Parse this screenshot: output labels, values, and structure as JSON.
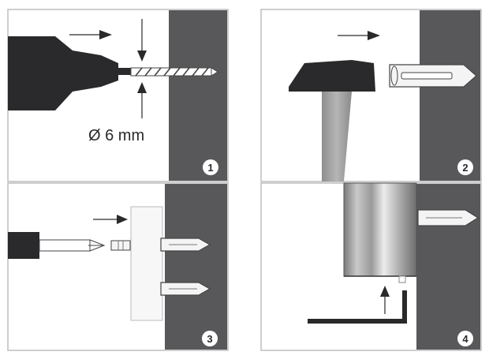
{
  "panels": [
    {
      "step": "1",
      "annotation": "Ø 6 mm"
    },
    {
      "step": "2"
    },
    {
      "step": "3"
    },
    {
      "step": "4"
    }
  ],
  "colors": {
    "wall": "#58585a",
    "tool_dark": "#2a2a2c",
    "plug": "#f4f4f4",
    "outline": "#444444",
    "frame": "#bdbdbd",
    "arrow": "#2a2a2a"
  },
  "icons": [
    "drill-icon",
    "hammer-icon",
    "screwdriver-icon",
    "wall-plug-icon",
    "cylindrical-fixture-icon",
    "hex-key-icon"
  ]
}
